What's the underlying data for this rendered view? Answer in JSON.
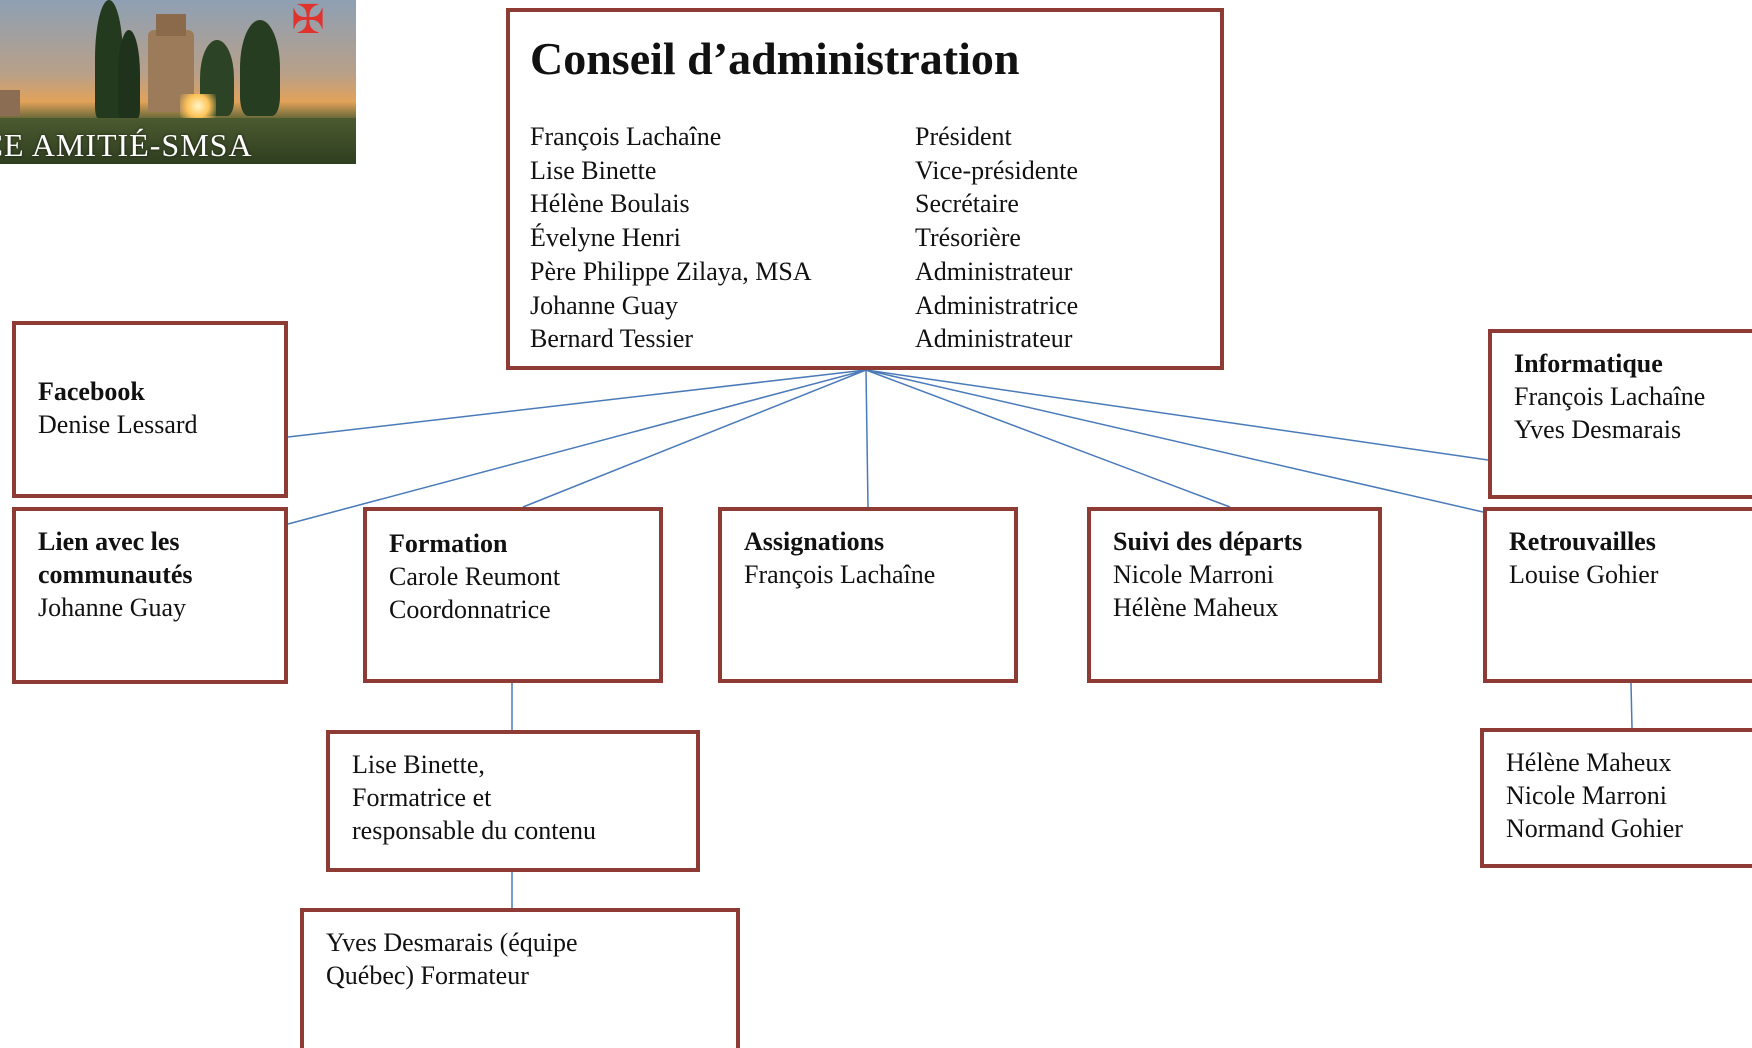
{
  "logo": {
    "name": "chapel-landscape-logo",
    "text": "ICE AMITIÉ-SMSA"
  },
  "conseil": {
    "title": "Conseil d’administration",
    "members": [
      {
        "name": "François Lachaîne",
        "role": "Président"
      },
      {
        "name": "Lise Binette",
        "role": "Vice-présidente"
      },
      {
        "name": "Hélène Boulais",
        "role": "Secrétaire"
      },
      {
        "name": "Évelyne Henri",
        "role": "Trésorière"
      },
      {
        "name": "Père Philippe Zilaya, MSA",
        "role": "Administrateur"
      },
      {
        "name": "Johanne Guay",
        "role": "Administratrice"
      },
      {
        "name": "Bernard Tessier",
        "role": "Administrateur"
      }
    ]
  },
  "committees": {
    "facebook": {
      "title": "Facebook",
      "lines": [
        "Denise Lessard"
      ]
    },
    "lien": {
      "title_lines": [
        "Lien avec les",
        "communautés"
      ],
      "lines": [
        "Johanne Guay"
      ]
    },
    "formation": {
      "title": "Formation",
      "lines": [
        "Carole Reumont",
        "Coordonnatrice"
      ]
    },
    "assignations": {
      "title": "Assignations",
      "lines": [
        "François Lachaîne"
      ]
    },
    "suivi": {
      "title": "Suivi des départs",
      "lines": [
        "Nicole Marroni",
        "Hélène Maheux"
      ]
    },
    "informatique": {
      "title": "Informatique",
      "lines": [
        "François Lachaîne",
        "Yves Desmarais"
      ]
    },
    "retrouvailles": {
      "title": "Retrouvailles",
      "lines": [
        "Louise Gohier"
      ]
    }
  },
  "subboxes": {
    "formation_1": {
      "lines": [
        "Lise Binette,",
        "Formatrice et",
        "responsable du contenu"
      ]
    },
    "formation_2": {
      "lines": [
        "Yves Desmarais (équipe",
        "Québec) Formateur"
      ]
    },
    "retrouvailles_1": {
      "lines": [
        "Hélène Maheux",
        "Nicole Marroni",
        "Normand Gohier"
      ]
    }
  },
  "colors": {
    "box_border": "#8e3b36",
    "connector": "#4a7ab8"
  }
}
